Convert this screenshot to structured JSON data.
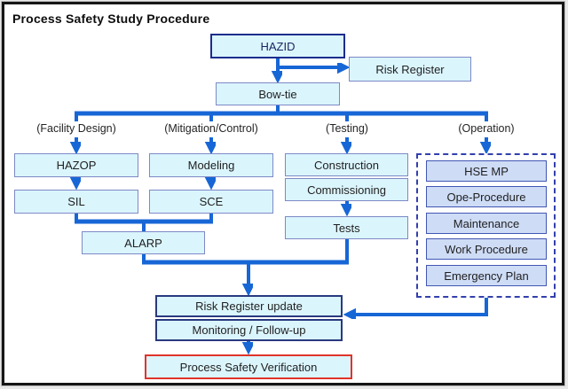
{
  "title": "Process Safety Study Procedure",
  "nodes": {
    "hazid": {
      "label": "HAZID"
    },
    "risk_register": {
      "label": "Risk Register"
    },
    "bowtie": {
      "label": "Bow-tie"
    },
    "hazop": {
      "label": "HAZOP"
    },
    "modeling": {
      "label": "Modeling"
    },
    "sil": {
      "label": "SIL"
    },
    "sce": {
      "label": "SCE"
    },
    "alarp": {
      "label": "ALARP"
    },
    "construction": {
      "label": "Construction"
    },
    "commissioning": {
      "label": "Commissioning"
    },
    "tests": {
      "label": "Tests"
    },
    "risk_register_update": {
      "label": "Risk Register update"
    },
    "monitoring": {
      "label": "Monitoring / Follow-up"
    },
    "process_safety_verification": {
      "label": "Process Safety Verification"
    }
  },
  "branch_labels": {
    "facility_design": "(Facility Design)",
    "mitigation_control": "(Mitigation/Control)",
    "testing": "(Testing)",
    "operation": "(Operation)"
  },
  "operation_group": {
    "items": [
      "HSE MP",
      "Ope-Procedure",
      "Maintenance",
      "Work Procedure",
      "Emergency Plan"
    ]
  },
  "colors": {
    "arrow": "#1766d6",
    "box_fill": "#dbf5fd",
    "box_border": "#7d89c6",
    "hazid_border": "#1c2d8c",
    "emphasis_border": "#29397f",
    "group_item_fill": "#cedcf6",
    "group_item_border": "#4156b4",
    "group_dashed_border": "#3340ad",
    "verification_border": "#e0342a"
  }
}
